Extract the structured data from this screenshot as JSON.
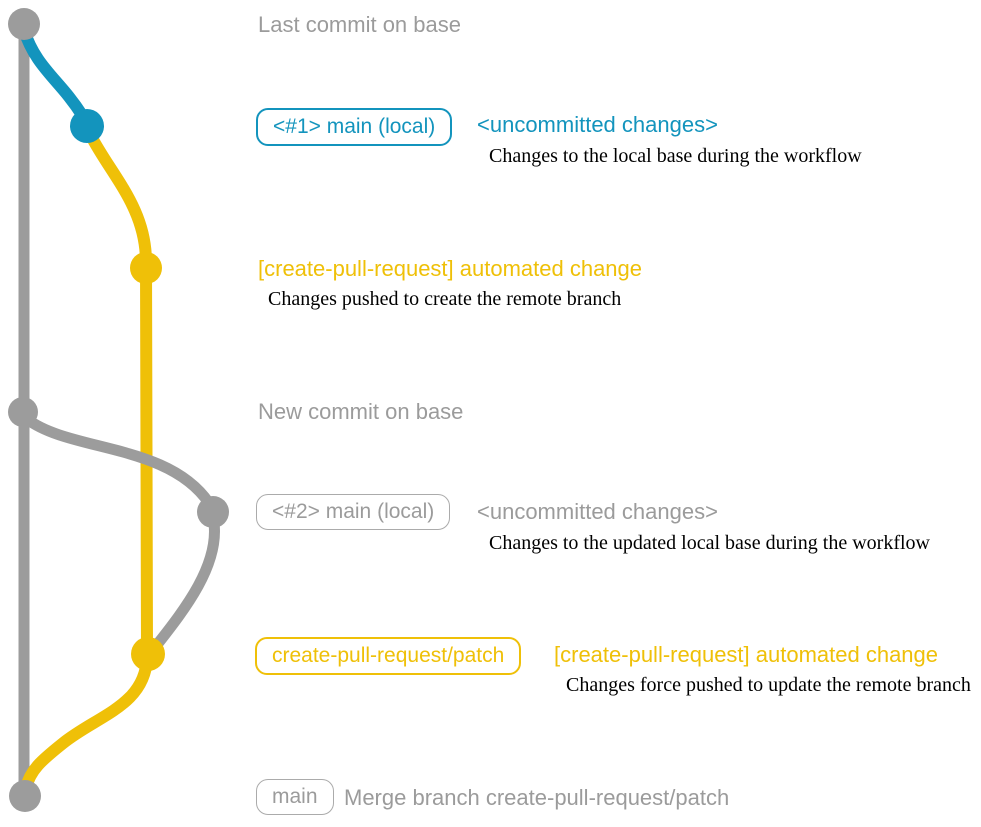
{
  "colors": {
    "base_branch": "#9c9c9c",
    "main_local_branch": "#1394bd",
    "patch_branch": "#efc008",
    "caption_text": "#9b9b9b",
    "description_text": "#000000",
    "background": "#ffffff"
  },
  "graph": {
    "branches": [
      {
        "name": "base",
        "color_key": "base_branch"
      },
      {
        "name": "main-local",
        "color_key": "main_local_branch"
      },
      {
        "name": "create-pull-request-patch",
        "color_key": "patch_branch"
      }
    ],
    "commits": [
      {
        "name": "last-commit-on-base",
        "branch": "base"
      },
      {
        "name": "uncommitted-changes-1",
        "branch": "main-local"
      },
      {
        "name": "automated-change-1",
        "branch": "create-pull-request-patch"
      },
      {
        "name": "new-commit-on-base",
        "branch": "base"
      },
      {
        "name": "uncommitted-changes-2",
        "branch": "main-local"
      },
      {
        "name": "automated-change-2",
        "branch": "create-pull-request-patch"
      },
      {
        "name": "merge-commit",
        "branch": "base"
      }
    ]
  },
  "rows": [
    {
      "text": "Last commit on base"
    },
    {
      "branch_label": "<#1> main (local)",
      "message": "<uncommitted changes>",
      "description": "Changes to the local base during the workflow"
    },
    {
      "message": "[create-pull-request] automated change",
      "description": "Changes pushed to create the remote branch"
    },
    {
      "text": "New commit on base"
    },
    {
      "branch_label": "<#2> main (local)",
      "message": "<uncommitted changes>",
      "description": "Changes to the updated local base during the workflow"
    },
    {
      "branch_label": "create-pull-request/patch",
      "message": "[create-pull-request] automated change",
      "description": "Changes force pushed to update the remote branch"
    },
    {
      "branch_label": "main",
      "message": "Merge branch create-pull-request/patch"
    }
  ]
}
